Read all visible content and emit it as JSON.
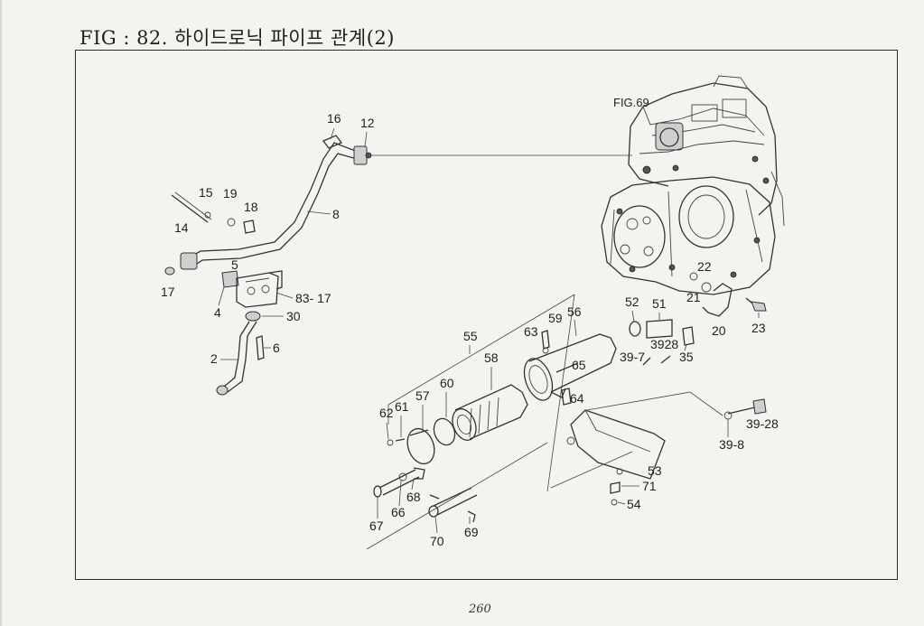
{
  "page": {
    "title": "FIG : 82. 하이드로닉 파이프 관계(2)",
    "page_number": "260"
  },
  "diagram": {
    "figure_reference": "FIG.69",
    "callouts": {
      "c16": "16",
      "c12": "12",
      "c8": "8",
      "c15": "15",
      "c19": "19",
      "c18": "18",
      "c14": "14",
      "c17": "17",
      "c5": "5",
      "c4": "4",
      "c83_17": "83- 17",
      "c30": "30",
      "c2": "2",
      "c6": "6",
      "c22": "22",
      "c21": "21",
      "c52": "52",
      "c51": "51",
      "c20": "20",
      "c23": "23",
      "c39_28a": "3928",
      "c35": "35",
      "c39_7": "39-7",
      "c55": "55",
      "c63": "63",
      "c59": "59",
      "c56": "56",
      "c58": "58",
      "c65": "65",
      "c60": "60",
      "c57": "57",
      "c61": "61",
      "c62": "62",
      "c64": "64",
      "c39_28b": "39-28",
      "c39_8": "39-8",
      "c53": "53",
      "c71": "71",
      "c54": "54",
      "c68": "68",
      "c66": "66",
      "c67": "67",
      "c70": "70",
      "c69": "69"
    }
  }
}
